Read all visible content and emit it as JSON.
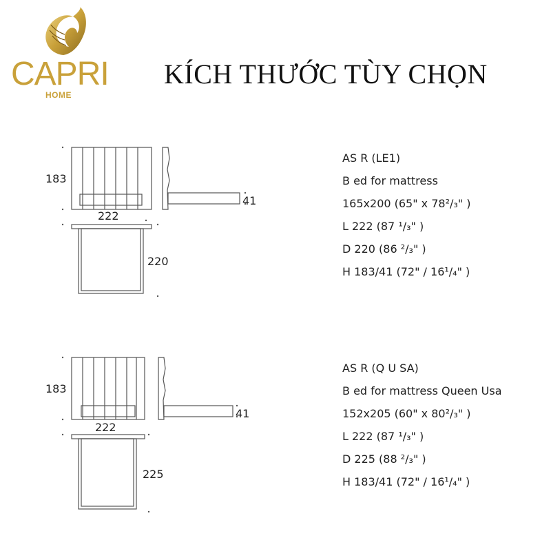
{
  "brand": {
    "name": "CAPRI",
    "sub": "HOME"
  },
  "title": "KÍCH THƯỚC TÙY CHỌN",
  "variants": [
    {
      "height": "183",
      "width": "222",
      "depth": "220",
      "side": "41",
      "specs": [
        "AS  R  (LE1)",
        "B ed for mattress",
        "165x200      (65\"  x 78²/₃\"  )",
        "L  222     (87 ¹/₃\"   )",
        "D 220     (86 ²/₃\"  )",
        "H 183/41        (72\"   / 16¹/₄\"  )"
      ]
    },
    {
      "height": "183",
      "width": "222",
      "depth": "225",
      "side": "41",
      "specs": [
        "AS  R  (Q  U SA)",
        "B ed for mattress Queen Usa",
        "152x205      (60\"  x 80²/₃\"  )",
        "L  222     (87 ¹/₃\"  )",
        "D 225     (88 ²/₃\"  )",
        "H 183/41        (72\"   / 16¹/₄\"  )"
      ]
    }
  ],
  "colors": {
    "gold": "#c9a13a",
    "line": "#555555",
    "text": "#222222"
  },
  "icons": {
    "logo": "nautilus-shell-icon"
  }
}
